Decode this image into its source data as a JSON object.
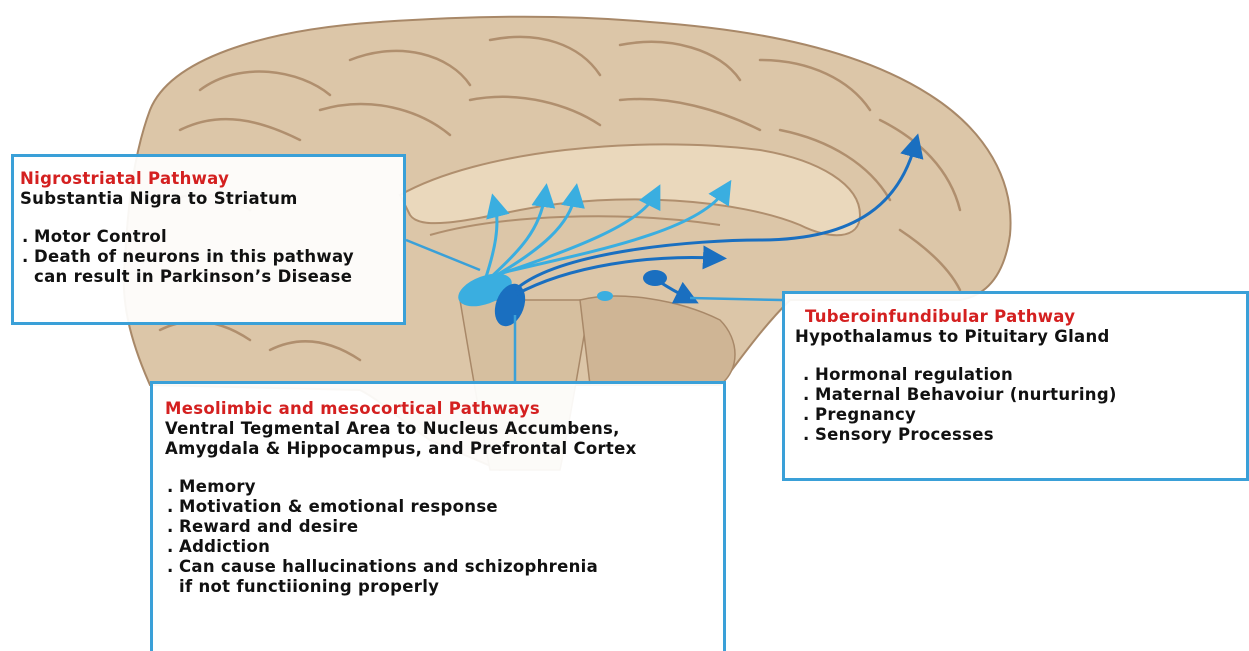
{
  "colors": {
    "brain_tissue": "#dcc6a8",
    "brain_fold": "#b89878",
    "box_border": "#3aa0d8",
    "title_red": "#d42020",
    "pathway_light": "#3aaee0",
    "pathway_dark": "#1a6fc0"
  },
  "nigrostriatal": {
    "title": "Nigrostriatal Pathway",
    "subtitle": "Substantia Nigra to Striatum",
    "items": [
      "Motor Control",
      "Death of neurons in this pathway can result in Parkinson’s Disease"
    ]
  },
  "mesolimbic": {
    "title": "Mesolimbic and mesocortical Pathways",
    "subtitle": "Ventral Tegmental Area to Nucleus Accumbens, Amygdala & Hippocampus, and Prefrontal Cortex",
    "items": [
      "Memory",
      "Motivation & emotional response",
      "Reward and desire",
      "Addiction",
      "Can cause hallucinations and schizophrenia if not functiioning properly"
    ]
  },
  "tuberoinfundibular": {
    "title": "Tuberoinfundibular Pathway",
    "subtitle": "Hypothalamus to Pituitary Gland",
    "items": [
      "Hormonal regulation",
      "Maternal Behavoiur (nurturing)",
      "Pregnancy",
      "Sensory Processes"
    ]
  }
}
